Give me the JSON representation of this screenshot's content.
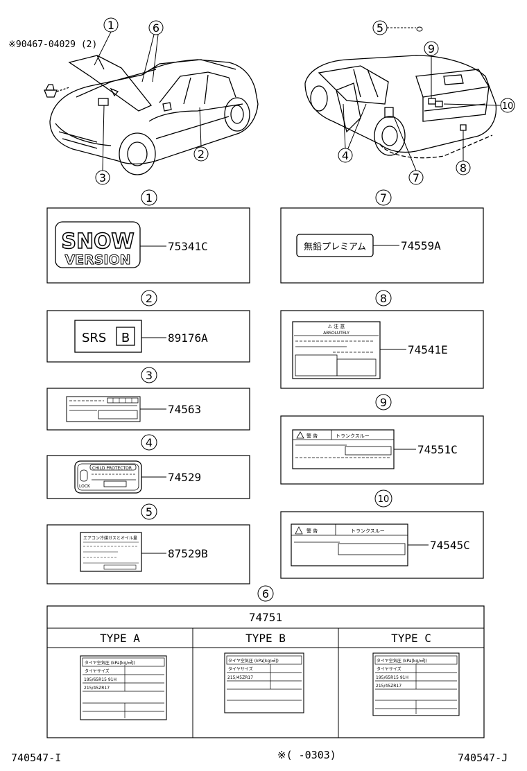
{
  "header": {
    "clip_part": "※90467-04029 (2)"
  },
  "callouts": {
    "c1": "1",
    "c2": "2",
    "c3": "3",
    "c4": "4",
    "c5": "5",
    "c6": "6",
    "c7": "7",
    "c8": "8",
    "c9": "9",
    "c10": "10"
  },
  "panels": {
    "p1": {
      "num": "1",
      "logo1": "SNOW",
      "logo2": "VERSION",
      "part": "75341C"
    },
    "p2": {
      "num": "2",
      "srs": "SRS",
      "b": "B",
      "part": "89176A"
    },
    "p3": {
      "num": "3",
      "part": "74563"
    },
    "p4": {
      "num": "4",
      "header": "CHILD PROTECTOR",
      "lock": "LOCK",
      "part": "74529"
    },
    "p5": {
      "num": "5",
      "header": "エアコン冷媒ガスとオイル量",
      "part": "87529B"
    },
    "p6": {
      "num": "6",
      "part": "74751",
      "types": [
        "TYPE A",
        "TYPE B",
        "TYPE C"
      ],
      "label_title": "タイヤ空気圧 (kPa[kg/㎠])",
      "tire_size": "タイヤサイズ",
      "sizes_a": [
        "195/65R15 91H",
        "215/45ZR17"
      ],
      "sizes_b": [
        "215/45ZR17"
      ],
      "sizes_c": [
        "195/65R15 91H",
        "215/45ZR17"
      ]
    },
    "p7": {
      "num": "7",
      "label": "無鉛プレミアム",
      "part": "74559A"
    },
    "p8": {
      "num": "8",
      "header": "⚠ 注 意",
      "sub": "ABSOLUTELY",
      "part": "74541E"
    },
    "p9": {
      "num": "9",
      "warn": "警 告",
      "trunk": "トランクスルー",
      "part": "74551C"
    },
    "p10": {
      "num": "10",
      "warn": "警 告",
      "trunk": "トランクスルー",
      "part": "74545C"
    }
  },
  "footer": {
    "left": "740547-I",
    "note": "※(     -0303)",
    "right": "740547-J"
  }
}
